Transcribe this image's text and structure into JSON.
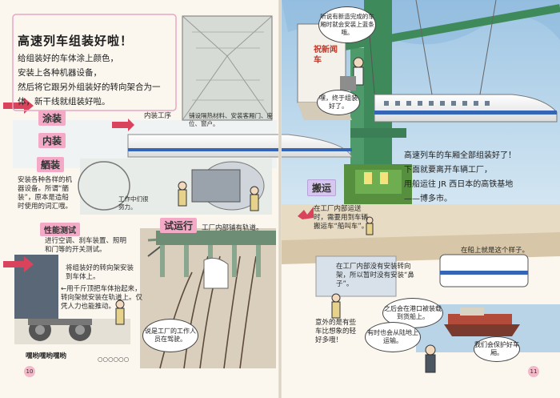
{
  "left_page": {
    "title": "高速列车组装好啦！",
    "intro_lines": [
      "给组装好的车体涂上颜色，",
      "安装上各种机器设备，",
      "然后将它跟另外组装好的转向架合为一",
      "体，新干线就组装好啦。"
    ],
    "steps": {
      "painting": "涂装",
      "interior": "内装",
      "rigging": "舾装",
      "performance_test": "性能测试",
      "trial_run": "试运行"
    },
    "notes": {
      "interior_work": "内装工序",
      "interior_detail": "铺设隔热材料、安装客厢门、座位、窗户。",
      "rigging_desc": "安装各种各样的机器设备。所谓“舾装”，原本是造船时使用的词汇哦。",
      "workers_busy": "工作中们很努力。",
      "performance_desc": "进行空调、刹车装置、照明和门等的开关测试。",
      "bogie_attach": "将组装好的转向架安装到车体上。",
      "bogie_lift": "←用千斤顶把车体抬起来，转向架就安装在轨道上。仅凭人力也能推动。",
      "trial_track": "工厂内部铺有轨道。",
      "factory_workers": "说是工厂的工作人员在驾驶。",
      "sound_effect": "嘿哟嘿哟嘿哟",
      "sound_effect_2": "○○○○○○"
    },
    "page_number": "10"
  },
  "right_page": {
    "speech_top": "听说有新造完成的车厢时就会安装上蓝条哦。",
    "sign": "祝新闻 车",
    "speech_finished": "嘿，终于组装好了。",
    "intro_lines": [
      "高速列车的车厢全部组装好了！",
      "下面就要离开车辆工厂，",
      "用船运往 JR 西日本的高铁基地",
      "——博多市。"
    ],
    "transport_label": "搬运",
    "notes": {
      "transport_desc": "在工厂内部运送时，需要用到车辆搬运车“船叫车”。",
      "no_bogie": "在工厂内部没有安装转向架，所以暂时没有安装“鼻子”。",
      "on_ship": "在船上就是这个样子。",
      "port_load": "之后会在港口被装载到货船上。",
      "surprise": "意外的是有些车比想象的轻好多哦！",
      "land_transport": "有时也会从陆地上运输。",
      "protect": "我们会保护好车厢。"
    },
    "page_number": "11"
  },
  "colors": {
    "title_pink": "#f4a9c7",
    "tag_lavender": "#d7c7ee",
    "train_blue": "#3466b5",
    "crane_green": "#4e9a6a",
    "sky_blue": "#bcd9ec",
    "paper": "#fbf7ef",
    "accent_red": "#d9435c"
  },
  "icons": [
    "red-arrow-icon",
    "train-nose-icon",
    "crane-icon",
    "ship-icon",
    "worker-icon"
  ]
}
